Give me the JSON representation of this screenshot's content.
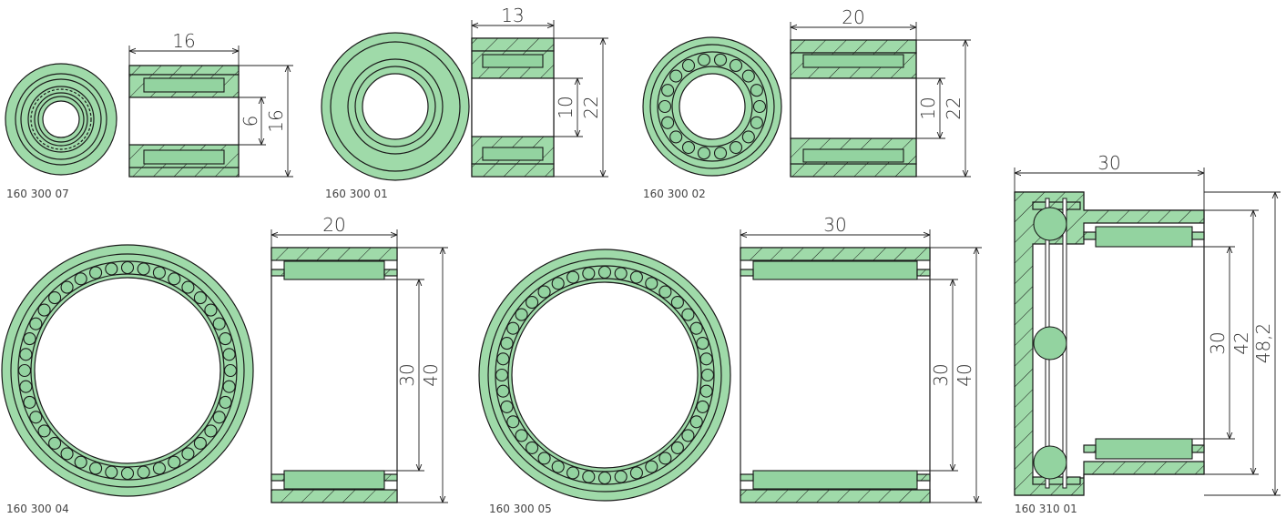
{
  "bearings": [
    {
      "code": "160 300 07",
      "dims": {
        "width": "16",
        "inner": "6",
        "outer": "16"
      }
    },
    {
      "code": "160 300 01",
      "dims": {
        "width": "13",
        "inner": "10",
        "outer": "22"
      }
    },
    {
      "code": "160 300 02",
      "dims": {
        "width": "20",
        "inner": "10",
        "outer": "22"
      }
    },
    {
      "code": "160 300 04",
      "dims": {
        "width": "20",
        "inner": "30",
        "outer": "40"
      }
    },
    {
      "code": "160 300 05",
      "dims": {
        "width": "30",
        "inner": "30",
        "outer": "40"
      }
    },
    {
      "code": "160 310 01",
      "dims": {
        "width": "30",
        "inner": "30",
        "mid": "42",
        "outer": "48,2"
      }
    }
  ],
  "colors": {
    "fill": "#9fdaa9",
    "hatch": "#5fb56f",
    "line": "#1a1a1a"
  }
}
